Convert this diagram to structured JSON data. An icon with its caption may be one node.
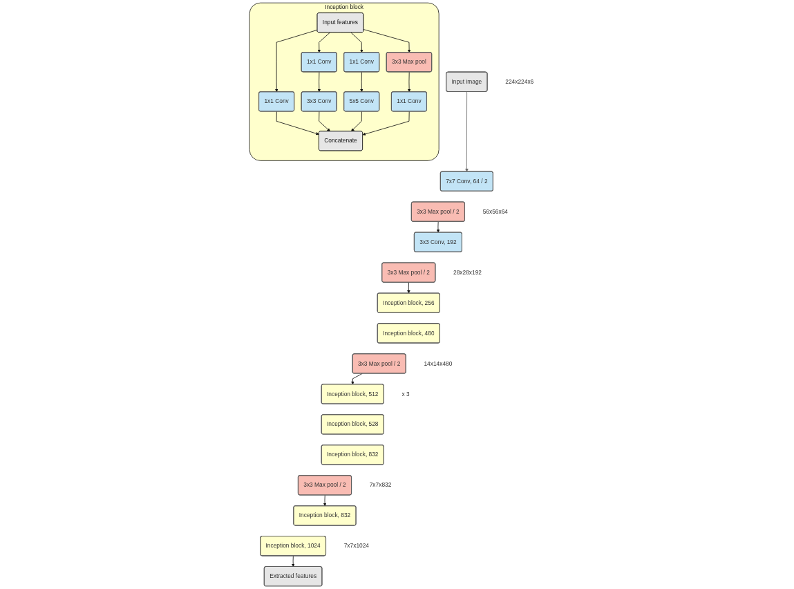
{
  "diagram": {
    "nodes": [
      {
        "text": [
          "Input image"
        ],
        "beside": [
          "224x224x6"
        ]
      },
      {
        "text": [
          "7x7 Conv, 64 / 2"
        ]
      },
      {
        "text": [
          "3x3 Max pool / 2"
        ],
        "beside": [
          "56x56x64"
        ]
      },
      {
        "text": [
          "3x3 Conv, 192"
        ]
      },
      {
        "text": [
          "3x3 Max pool / 2"
        ],
        "beside": [
          "28x28x192"
        ]
      },
      {
        "text": [
          "Inception block, 256"
        ]
      },
      {
        "text": [
          "Inception block, 480"
        ]
      },
      {
        "text": [
          "3x3 Max pool / 2"
        ],
        "beside": [
          "14x14x480"
        ]
      },
      {
        "text": [
          "Inception block, 512"
        ],
        "beside": [
          "x 3"
        ]
      },
      {
        "text": [
          "Inception block, 528"
        ]
      },
      {
        "text": [
          "Inception block, 832"
        ]
      },
      {
        "text": [
          "3x3 Max pool / 2"
        ],
        "beside": [
          "7x7x832"
        ]
      },
      {
        "text": [
          "Inception block, 832"
        ]
      },
      {
        "text": [
          "Inception block, 1024"
        ],
        "beside": [
          "7x7x1024"
        ]
      },
      {
        "text": [
          "Extracted features"
        ]
      },
      {
        "text": [
          "Inception block"
        ]
      },
      {
        "text": [
          "Input features"
        ],
        "in": 15
      },
      {
        "text": [
          "1x1 Conv"
        ],
        "in": 15
      },
      {
        "text": [
          "1x1 Conv"
        ],
        "in": 15
      },
      {
        "text": [
          "3x3 Max pool"
        ],
        "in": 15
      },
      {
        "text": [
          "1x1 Conv"
        ],
        "in": 15
      },
      {
        "text": [
          "3x3 Conv"
        ],
        "in": 15
      },
      {
        "text": [
          "5x5 Conv"
        ],
        "in": 15
      },
      {
        "text": [
          "1x1 Conv"
        ],
        "in": 15
      },
      {
        "text": [
          "Concatenate"
        ],
        "in": 15
      }
    ],
    "edges": [
      {
        "from": 0,
        "to": 1,
        "arrow": "to",
        "color": "#666666"
      },
      {
        "from": 2,
        "to": 3,
        "arrow": "to"
      },
      {
        "from": 4,
        "to": 5,
        "arrow": "to"
      },
      {
        "from": 7,
        "to": 8,
        "arrow": "to"
      },
      {
        "from": 11,
        "to": 12,
        "arrow": "to"
      },
      {
        "from": 13,
        "to": 14,
        "arrow": "to"
      },
      {
        "from": 16,
        "to": 20,
        "arrow": "to"
      },
      {
        "from": 16,
        "to": 17,
        "arrow": "to"
      },
      {
        "from": 16,
        "to": 18,
        "arrow": "to"
      },
      {
        "from": 16,
        "to": 19,
        "arrow": "to"
      },
      {
        "from": 17,
        "to": 21,
        "arrow": "to"
      },
      {
        "from": 18,
        "to": 22,
        "arrow": "to"
      },
      {
        "from": 19,
        "to": 23,
        "arrow": "to"
      },
      {
        "from": 20,
        "to": 24,
        "arrow": "to"
      },
      {
        "from": 21,
        "to": 24,
        "arrow": "to"
      },
      {
        "from": 22,
        "to": 24,
        "arrow": "to"
      },
      {
        "from": 23,
        "to": 24,
        "arrow": "to"
      }
    ]
  }
}
